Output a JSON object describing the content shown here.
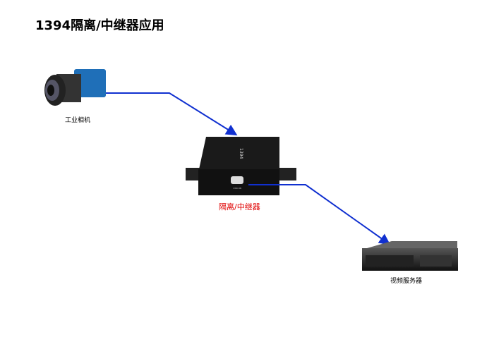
{
  "title": "1394隔离/中继器应用",
  "nodes": {
    "camera": "工业相机",
    "repeater": "隔离/中继器",
    "server": "视频服务器"
  },
  "device_marking": "1394",
  "port_label": "1394 IN",
  "colors": {
    "link": "#1030d0",
    "repeater_label": "#e00000"
  }
}
